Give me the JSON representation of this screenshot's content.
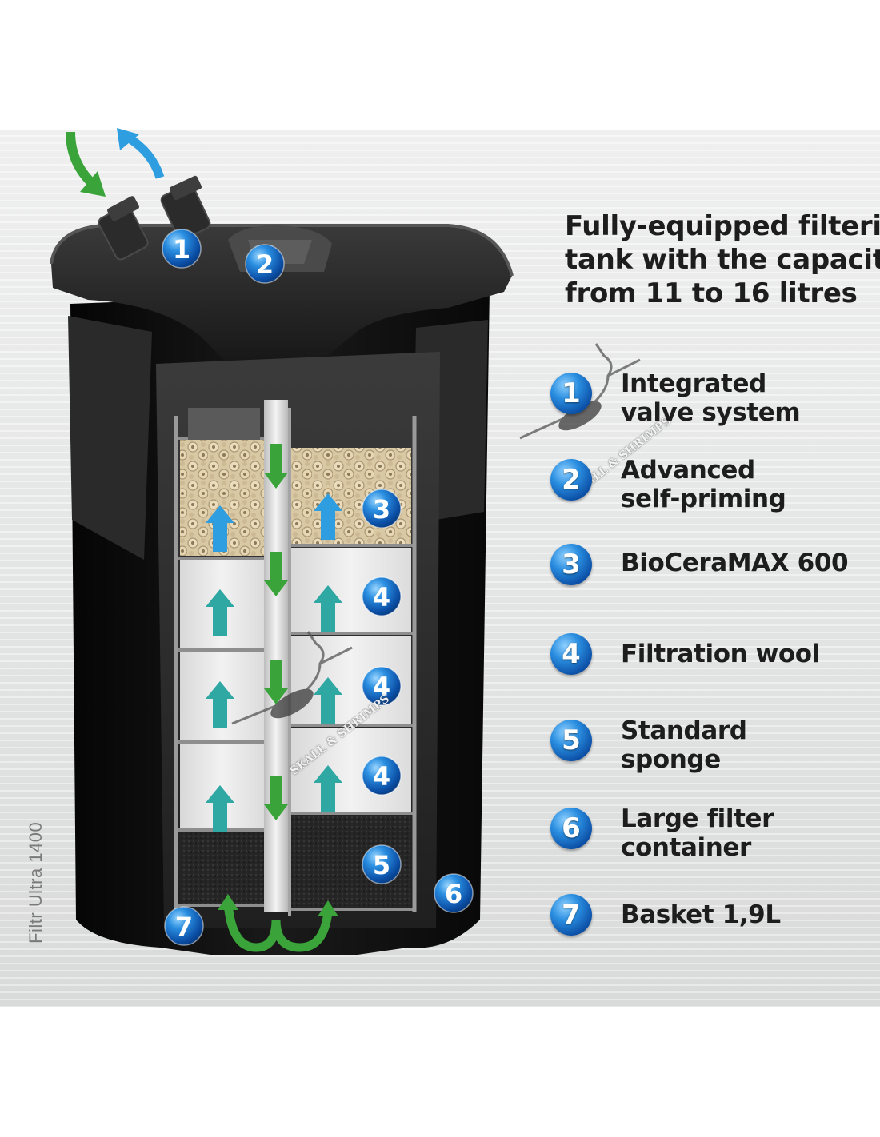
{
  "headline": {
    "lines": [
      "Fully-equipped filterir",
      "tank with the capacity",
      "from 11 to 16 litres"
    ]
  },
  "legend": [
    {
      "num": "1",
      "lines": [
        "Integrated",
        "valve system"
      ]
    },
    {
      "num": "2",
      "lines": [
        "Advanced",
        "self-priming"
      ]
    },
    {
      "num": "3",
      "lines": [
        "BioCeraMAX 600"
      ]
    },
    {
      "num": "4",
      "lines": [
        "Filtration wool"
      ]
    },
    {
      "num": "5",
      "lines": [
        "Standard",
        "sponge"
      ]
    },
    {
      "num": "6",
      "lines": [
        "Large filter",
        "container"
      ]
    },
    {
      "num": "7",
      "lines": [
        "Basket 1,9L"
      ]
    }
  ],
  "callouts": [
    "1",
    "2",
    "3",
    "4",
    "4",
    "4",
    "5",
    "6",
    "7"
  ],
  "product_label": "Filtr Ultra 1400",
  "watermark": "SKALL & SHRIMPS",
  "colors": {
    "badge": "#1b6fc8",
    "flow_green": "#3aa33a",
    "flow_teal": "#2fa7a2",
    "flow_blue": "#2f9ee0",
    "canister": "#141414",
    "text": "#1d1d1d"
  }
}
